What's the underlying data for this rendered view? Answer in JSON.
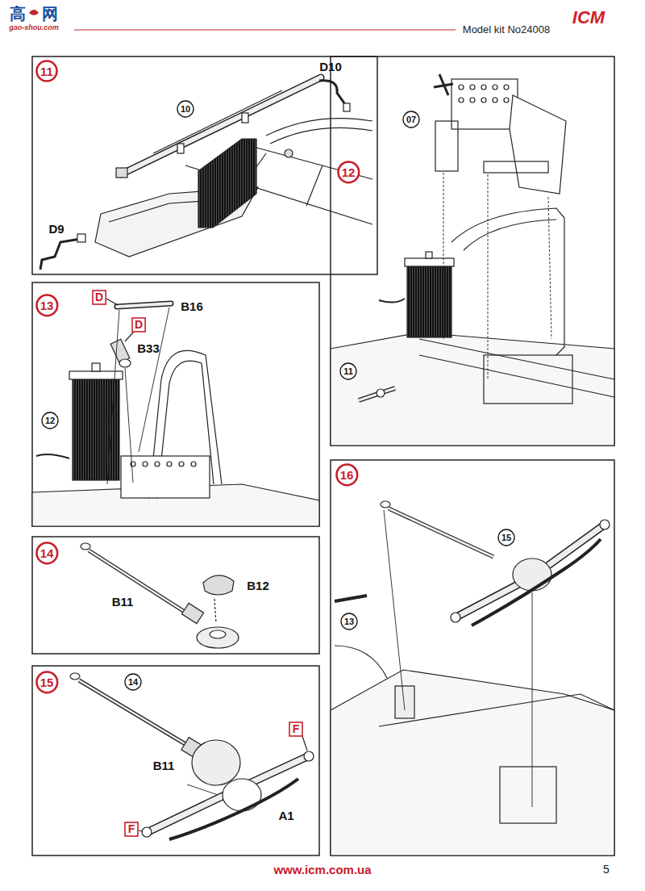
{
  "diagram": {
    "nodes": [
      {
        "text": [
          "11"
        ]
      },
      {
        "text": [
          "10"
        ]
      },
      {
        "text": [
          "07"
        ]
      },
      {
        "text": [
          "12"
        ]
      },
      {
        "text": [
          "11"
        ]
      },
      {
        "text": [
          "13"
        ]
      },
      {
        "text": [
          "D"
        ]
      },
      {
        "text": [
          "D"
        ]
      },
      {
        "text": [
          "12"
        ]
      },
      {
        "text": [
          "14"
        ]
      },
      {
        "text": [
          "16"
        ]
      },
      {
        "text": [
          "15"
        ]
      },
      {
        "text": [
          "13"
        ]
      },
      {
        "text": [
          "15"
        ]
      },
      {
        "text": [
          "14"
        ]
      },
      {
        "text": [
          "F"
        ]
      },
      {
        "text": [
          "F"
        ]
      }
    ],
    "labels": [
      "高",
      "网",
      "gao-shou.com",
      "Model kit No24008",
      "ICM",
      "D10",
      "D9",
      "B16",
      "B33",
      "B11",
      "B12",
      "B11",
      "A1",
      "www.icm.com.ua",
      "5"
    ]
  }
}
